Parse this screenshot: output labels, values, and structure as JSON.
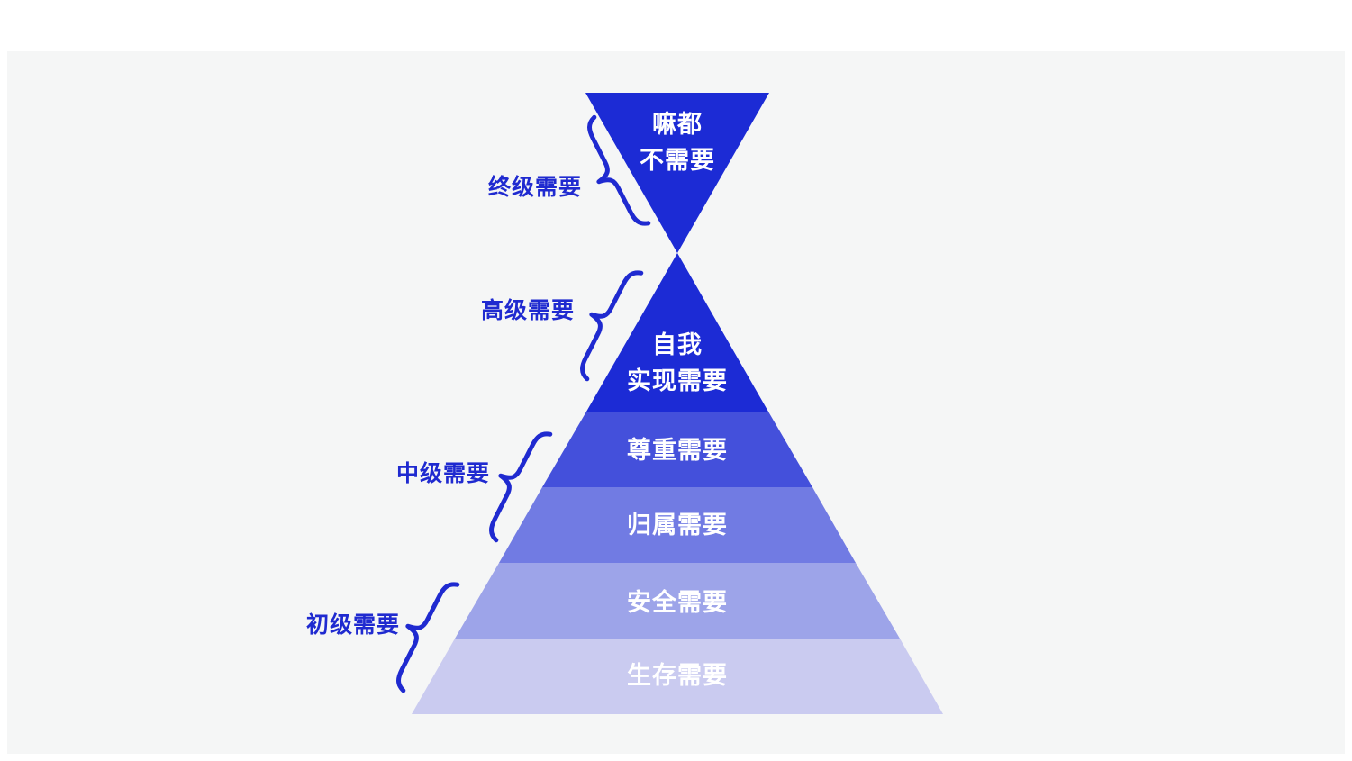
{
  "slide": {
    "page_color": "#ffffff",
    "background_color": "#f5f6f6"
  },
  "pyramid": {
    "top_triangle": {
      "line1": "嘛都",
      "line2": "不需要",
      "color": "#1c2bd5"
    },
    "bands": [
      {
        "line1": "自我",
        "line2": "实现需要",
        "color": "#1c2bd5"
      },
      {
        "label": "尊重需要",
        "color": "#4450db"
      },
      {
        "label": "归属需要",
        "color": "#717be3"
      },
      {
        "label": "安全需要",
        "color": "#9da4e9"
      },
      {
        "label": "生存需要",
        "color": "#cacbf0"
      }
    ],
    "text_color": "#ffffff"
  },
  "side_labels": [
    {
      "label": "终级需要"
    },
    {
      "label": "高级需要"
    },
    {
      "label": "中级需要"
    },
    {
      "label": "初级需要"
    }
  ],
  "accent_color": "#1f2ad0"
}
